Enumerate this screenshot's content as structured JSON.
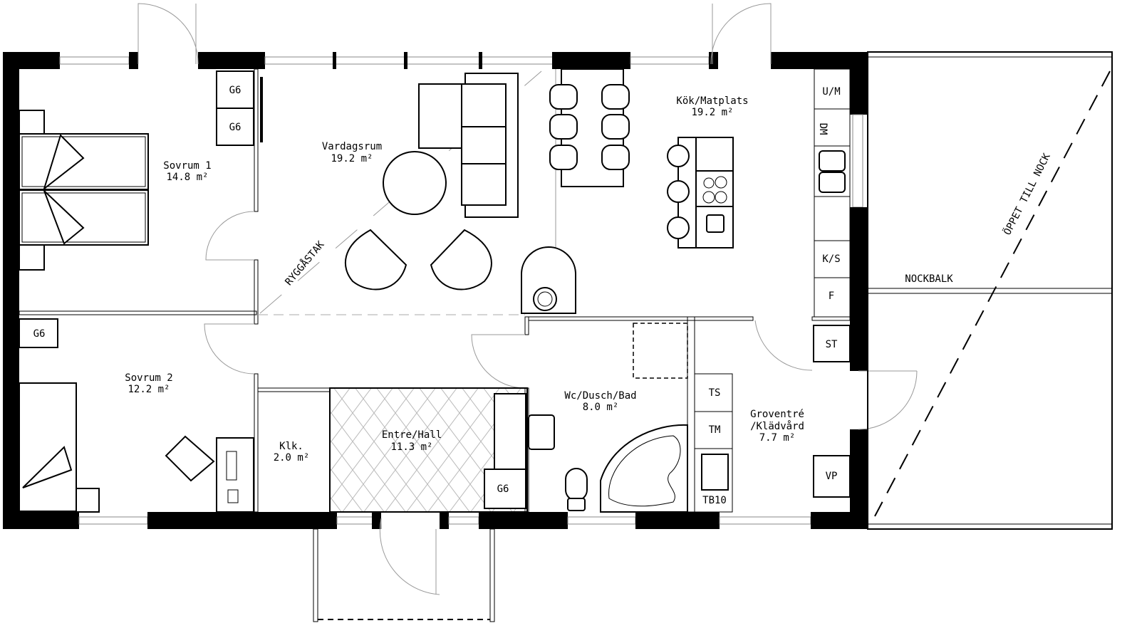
{
  "rooms": {
    "sovrum1": {
      "name": "Sovrum 1",
      "area": "14.8 m²"
    },
    "vardagsrum": {
      "name": "Vardagsrum",
      "area": "19.2 m²"
    },
    "kok": {
      "name": "Kök/Matplats",
      "area": "19.2 m²"
    },
    "sovrum2": {
      "name": "Sovrum 2",
      "area": "12.2 m²"
    },
    "klk": {
      "name": "Klk.",
      "area": "2.0 m²"
    },
    "entre": {
      "name": "Entre/Hall",
      "area": "11.3 m²"
    },
    "wc": {
      "name": "Wc/Dusch/Bad",
      "area": "8.0 m²"
    },
    "groventre": {
      "name": "Groventré",
      "name2": "/Klädvård",
      "area": "7.7 m²"
    }
  },
  "fixtures": {
    "g6": "G6",
    "um": "U/M",
    "dm": "DM",
    "ks": "K/S",
    "f": "F",
    "st": "ST",
    "vp": "VP",
    "ts": "TS",
    "tm": "TM",
    "tb10": "TB10"
  },
  "annotations": {
    "ryggastak": "RYGGÅSTAK",
    "nockbalk": "NOCKBALK",
    "oppet": "ÖPPET TILL NOCK"
  }
}
